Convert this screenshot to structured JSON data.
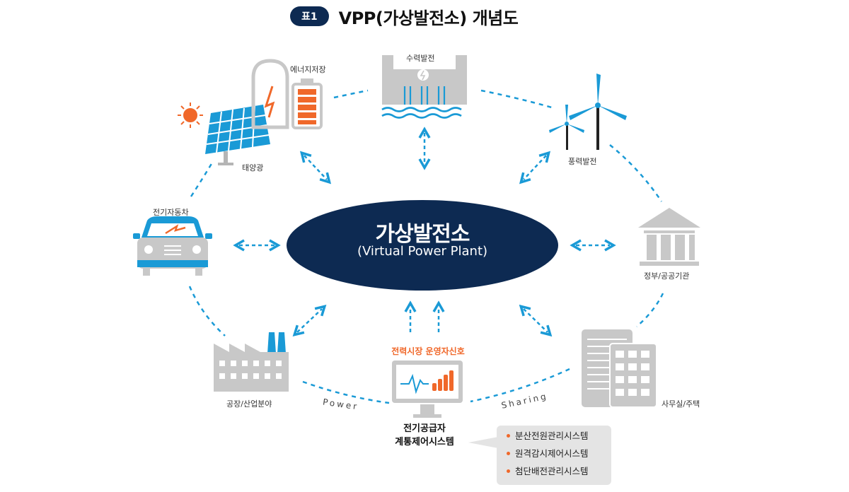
{
  "header": {
    "badge": "표1",
    "title": "VPP(가상발전소) 개념도"
  },
  "center": {
    "title": "가상발전소",
    "subtitle": "(Virtual Power Plant)"
  },
  "nodes": {
    "solar": "태양광",
    "storage": "에너지저장",
    "hydro": "수력발전",
    "wind": "풍력발전",
    "ev": "전기자동차",
    "government": "정부/공공기관",
    "factory": "공장/산업분야",
    "office": "사무실/주택"
  },
  "central_system": {
    "signal": "전력시장 운영자신호",
    "label_line1": "전기공급자",
    "label_line2": "계통제어시스템"
  },
  "systems": [
    "분산전원관리시스템",
    "원격감시제어시스템",
    "첨단배전관리시스템"
  ],
  "ring_words": {
    "left": "Power",
    "right": "Sharing"
  },
  "colors": {
    "navy": "#0d2a52",
    "blue": "#1a9ad6",
    "orange": "#f0682a",
    "gray": "#c8c8c8"
  }
}
